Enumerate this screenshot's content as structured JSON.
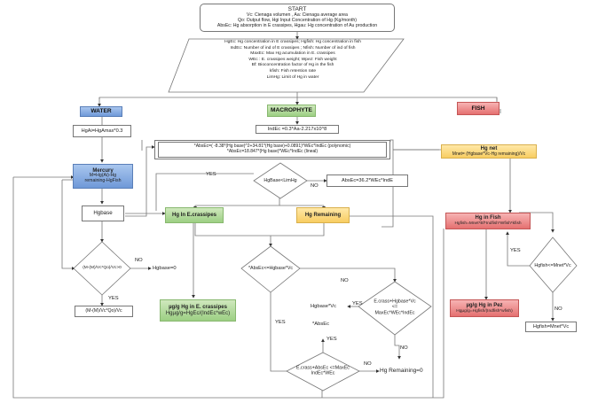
{
  "start": {
    "title": "START",
    "lines": [
      "Vc: Cienaga volumen , Aa: Cienaga average area",
      "Qo: Output flow, Hgi Input Concentration of Hg (Kg/month)",
      "AbsEc: Hg absorption in E crassipes, Hgau: Hg concentration of Au production"
    ]
  },
  "parameters": [
    "HgEc: Hg concentration in E crassipes; Hgfish: Hg concentration in fish",
    "IndEc: Number of ind of E crassipes ; Nfish: Number of ind of fish",
    "MaxEc: Max Hg acumulation in E. crassipes",
    "WEc : E. crassipes weight; Wpez: Fish weight",
    "Bf: Bioconcentration factor of Hg in the fish",
    "kfish: Fish retention rate",
    "LimHg: Limit of Hg in water"
  ],
  "categories": {
    "water": "WATER",
    "macrophyte": "MACROPHYTE",
    "fish": "FISH"
  },
  "water": {
    "hg_ai_formula": "HgAi=HgAmax*0.3",
    "mercury_title": "Mercury",
    "mercury_formula": "M=Hg(Ai)-Hg remaining-HgFish",
    "hg_base": "Hgbase",
    "decision": "(M-(M)/Vc*Qo)/Vc>0",
    "no_result": "Hgbase=0",
    "yes_result": "(M-(M)/Vc*Qo)/Vc"
  },
  "macrophyte": {
    "ind_formula": "IndEc =0.3*Aa-2.217x10^8",
    "abs_poly": "*AbsEc=( -8.38*(Hg base)^2+34.81*(Hg base)+0.0891)*WEc*IndEc (polynomic)",
    "abs_lineal": "*AbsEc=18.847*(Hg base)*WEc*IndEc (lineal)",
    "lim_decision": "HgBase<LimHg",
    "abs_no": "AbsEc=36.2*WEc*IndE",
    "hg_in_ec": "Hg In E.crassipes",
    "hg_remaining": "Hg Remaining",
    "ugg_title": "µg/g Hg in E. crassipes",
    "ugg_formula": "Hgµg/g=HgEc/(IndEc*wEc)",
    "abs_decision": "*AbsEc<=Hgbase*Vc",
    "ecrass_hgbase_decision_1": "E.crass+Hgbase*Vc",
    "ecrass_hgbase_decision_2": "<=",
    "ecrass_hgbase_decision_3": "MaxEc*WEc*IndEc",
    "hgbase_vc": "Hgbase*Vc",
    "abs_ec": "*AbsEc",
    "ecrass_abs_decision_1": "E.crass+AbsEc <=MaxEc",
    "ecrass_abs_decision_2": "IndEc*WEc",
    "hg_remaining_zero": "Hg Remaining=0"
  },
  "fish": {
    "hg_net_title": "Hg net",
    "hg_net_formula": "Mnet= (Hgbase*Vc-Hg remaining)/Vc",
    "hg_in_fish_title": "Hg in Fish",
    "hg_in_fish_formula": "Hgfish=Mnet*Bf*Indfish*Wfish*kfish",
    "decision": "Hgfish<=Mnet*Vc",
    "no_result": "Hgfish=Mnet*Vc",
    "ugg_title": "µg/g Hg in Pez",
    "ugg_formula": "Hgµg/g=Hgfish/(Indfish*wfish)"
  },
  "labels": {
    "yes": "YES",
    "no": "NO"
  }
}
